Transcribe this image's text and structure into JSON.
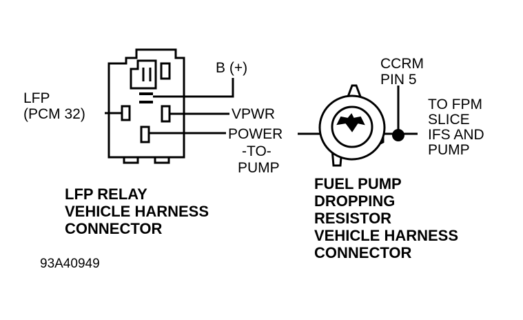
{
  "labels": {
    "b_plus": "B (+)",
    "lfp_line1": "LFP",
    "lfp_line2": "(PCM 32)",
    "vpwr": "VPWR",
    "power": "POWER",
    "to": "-TO-",
    "pump": "PUMP",
    "ccrm_line1": "CCRM",
    "ccrm_line2": "PIN 5",
    "fpm_line1": "TO FPM",
    "fpm_line2": "SLICE",
    "fpm_line3": "IFS AND",
    "fpm_line4": "PUMP"
  },
  "captions": {
    "relay": [
      "LFP RELAY",
      "VEHICLE HARNESS",
      "CONNECTOR"
    ],
    "resistor": [
      "FUEL PUMP",
      "DROPPING",
      "RESISTOR",
      "VEHICLE HARNESS",
      "CONNECTOR"
    ]
  },
  "figure_id": "93A40949",
  "colors": {
    "ink": "#000000",
    "paper": "#ffffff"
  }
}
